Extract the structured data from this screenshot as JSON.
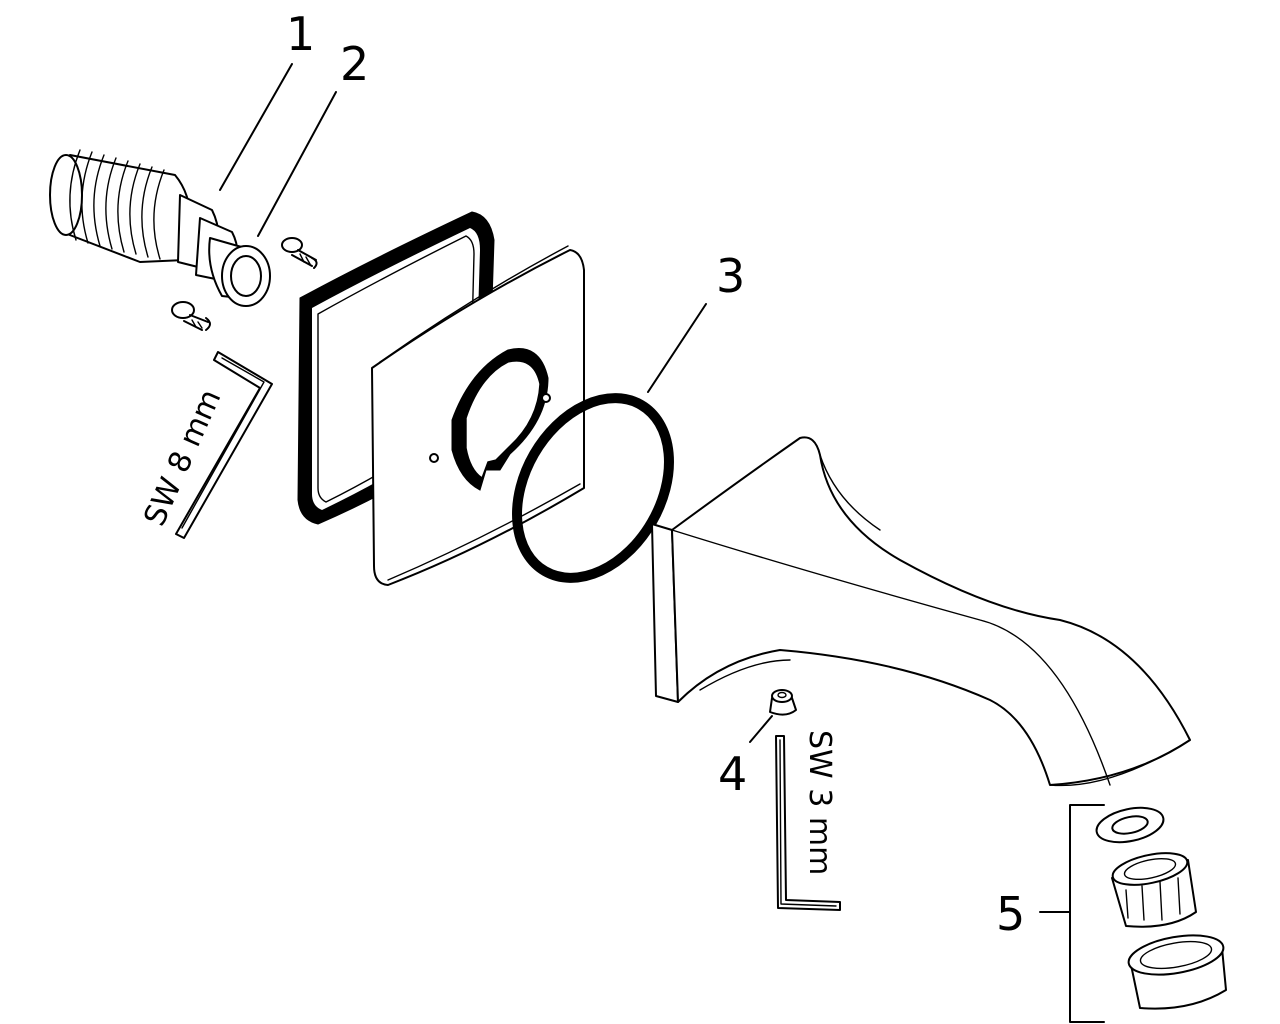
{
  "callouts": {
    "part1": "1",
    "part2": "2",
    "part3": "3",
    "part4": "4",
    "part5": "5"
  },
  "tools": {
    "wrench_large": "SW 8 mm",
    "wrench_small": "SW 3 mm"
  },
  "colors": {
    "line": "#000000",
    "background": "#ffffff"
  }
}
